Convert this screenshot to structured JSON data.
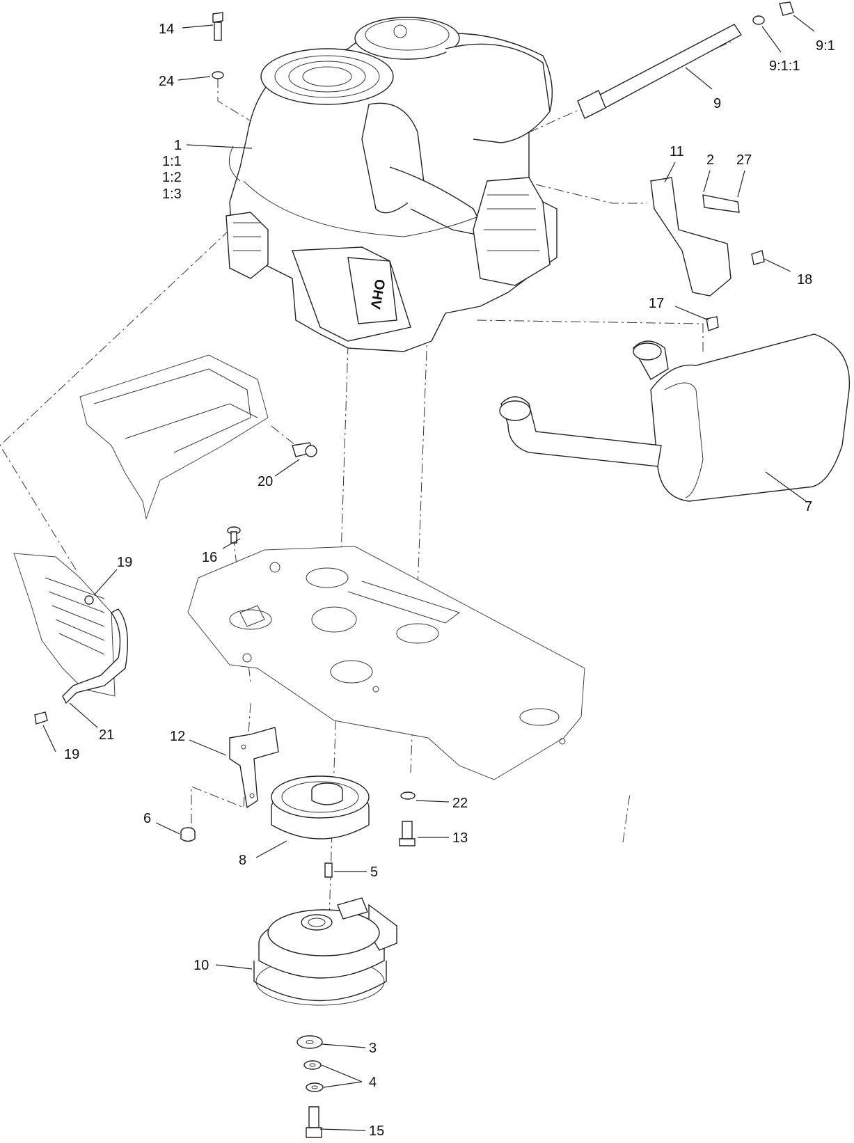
{
  "diagram": {
    "callouts": [
      {
        "id": "c14",
        "text": "14"
      },
      {
        "id": "c24",
        "text": "24"
      },
      {
        "id": "c1",
        "text": "1"
      },
      {
        "id": "c1_1",
        "text": "1:1"
      },
      {
        "id": "c1_2",
        "text": "1:2"
      },
      {
        "id": "c1_3",
        "text": "1:3"
      },
      {
        "id": "c9_1",
        "text": "9:1"
      },
      {
        "id": "c9_1_1",
        "text": "9:1:1"
      },
      {
        "id": "c9",
        "text": "9"
      },
      {
        "id": "c11",
        "text": "11"
      },
      {
        "id": "c2",
        "text": "2"
      },
      {
        "id": "c27",
        "text": "27"
      },
      {
        "id": "c18",
        "text": "18"
      },
      {
        "id": "c17",
        "text": "17"
      },
      {
        "id": "c7",
        "text": "7"
      },
      {
        "id": "c20",
        "text": "20"
      },
      {
        "id": "c16",
        "text": "16"
      },
      {
        "id": "c19a",
        "text": "19"
      },
      {
        "id": "c19b",
        "text": "19"
      },
      {
        "id": "c21",
        "text": "21"
      },
      {
        "id": "c12",
        "text": "12"
      },
      {
        "id": "c6",
        "text": "6"
      },
      {
        "id": "c22",
        "text": "22"
      },
      {
        "id": "c13",
        "text": "13"
      },
      {
        "id": "c8",
        "text": "8"
      },
      {
        "id": "c5",
        "text": "5"
      },
      {
        "id": "c10",
        "text": "10"
      },
      {
        "id": "c3",
        "text": "3"
      },
      {
        "id": "c4",
        "text": "4"
      },
      {
        "id": "c15",
        "text": "15"
      }
    ]
  }
}
